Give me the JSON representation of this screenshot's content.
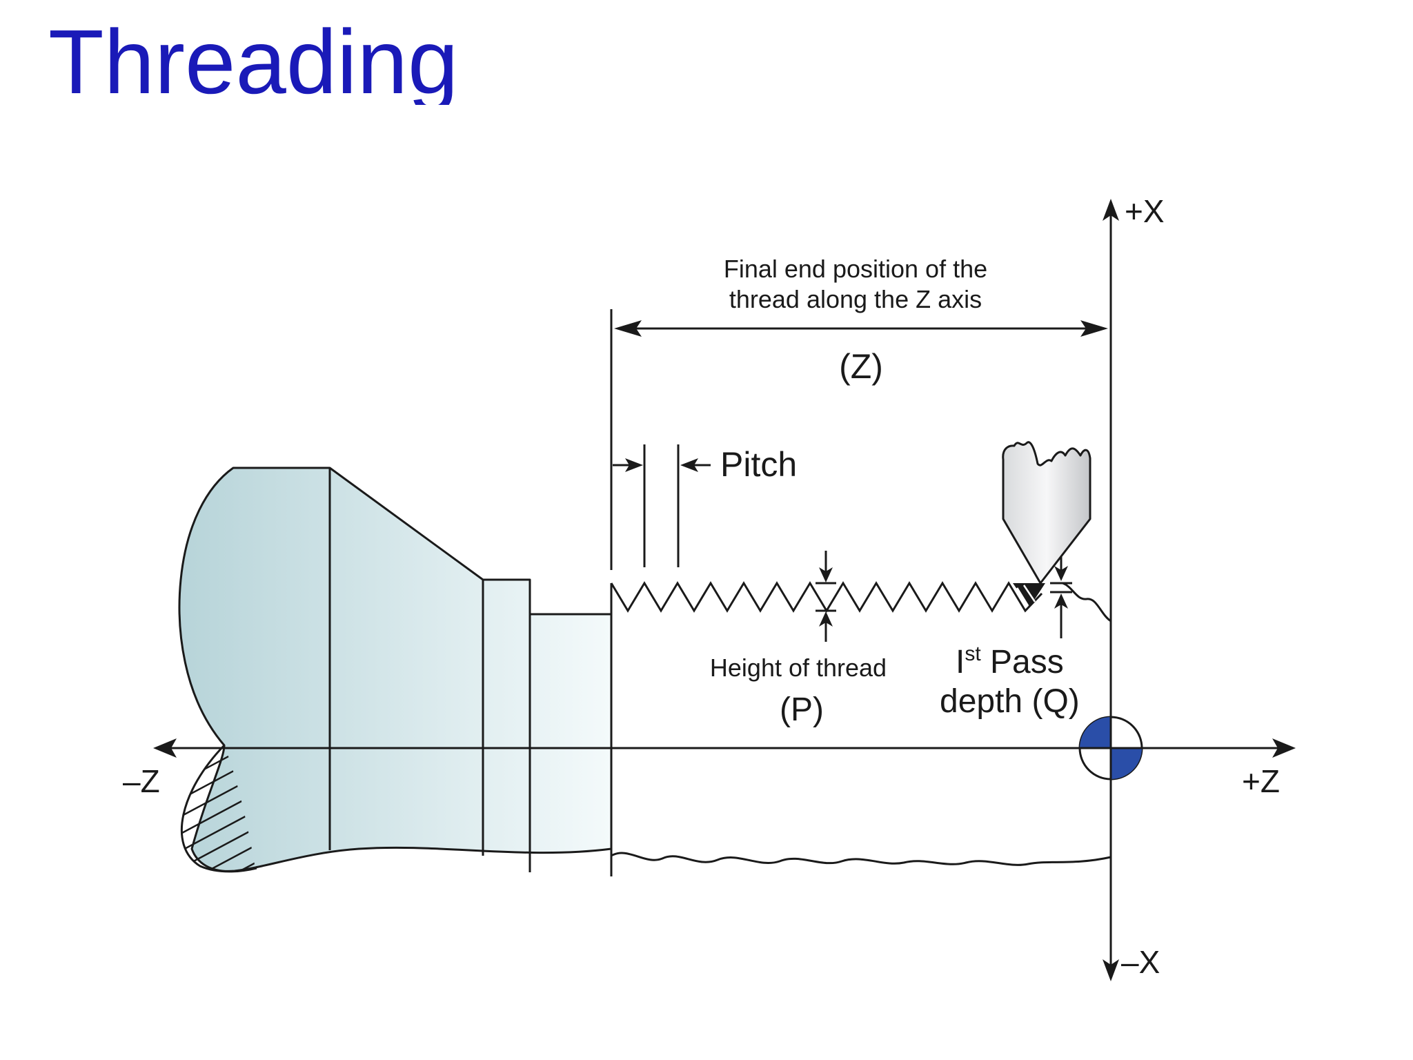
{
  "title": "Threading",
  "colors": {
    "title": "#1a1ab8",
    "origin_marker": "#2a4ea8",
    "workpiece_dark": "#b7d4d9",
    "workpiece_light": "#f4fafb"
  },
  "axes": {
    "plus_x": "+X",
    "minus_x": "–X",
    "plus_z": "+Z",
    "minus_z": "–Z"
  },
  "labels": {
    "final_end_line1": "Final end position of the",
    "final_end_line2": "thread along the Z axis",
    "z_param": "(Z)",
    "pitch": "Pitch",
    "height_line1": "Height of thread",
    "height_line2": "(P)",
    "pass_prefix": "I",
    "pass_superscript": "st",
    "pass_suffix": " Pass",
    "pass_line2": "depth (Q)"
  }
}
